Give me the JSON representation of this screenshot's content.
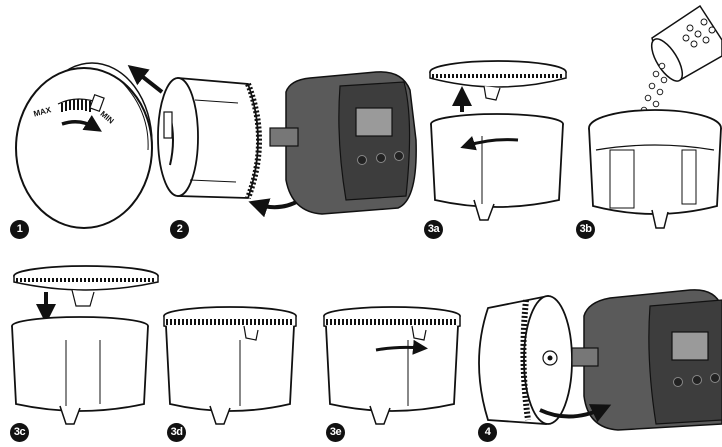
{
  "steps": {
    "s1": "1",
    "s2": "2",
    "s3a": "3a",
    "s3b": "3b",
    "s3c": "3c",
    "s3d": "3d",
    "s3e": "3e",
    "s4": "4"
  },
  "dial": {
    "max_label": "MAX",
    "min_label": "MIN"
  },
  "colors": {
    "line": "#111111",
    "device_body": "#5a5a5a",
    "device_front": "#3d3d3d",
    "screen": "#9a9a9a",
    "fill": "#ffffff"
  }
}
